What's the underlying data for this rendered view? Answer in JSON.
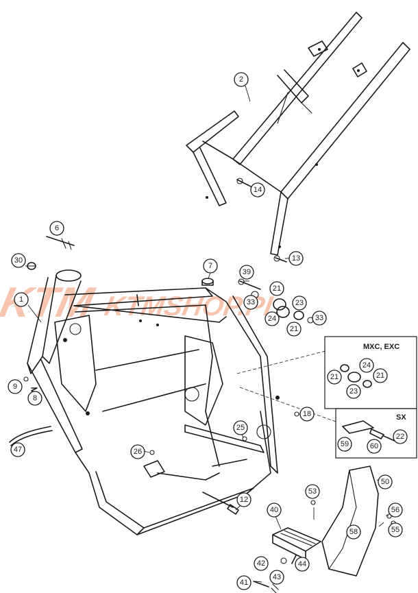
{
  "watermark": {
    "logo_text": "KTM",
    "site_text": "KTMSHOP.PL",
    "color": "#e8581c"
  },
  "variant_labels": {
    "mxc_exc": "MXC, EXC",
    "sx": "SX"
  },
  "callouts": [
    {
      "id": "c1",
      "label": "1"
    },
    {
      "id": "c2",
      "label": "2"
    },
    {
      "id": "c6",
      "label": "6"
    },
    {
      "id": "c7",
      "label": "7"
    },
    {
      "id": "c8",
      "label": "8"
    },
    {
      "id": "c9",
      "label": "9"
    },
    {
      "id": "c12",
      "label": "12"
    },
    {
      "id": "c13",
      "label": "13"
    },
    {
      "id": "c14",
      "label": "14"
    },
    {
      "id": "c18",
      "label": "18"
    },
    {
      "id": "c21a",
      "label": "21"
    },
    {
      "id": "c21b",
      "label": "21"
    },
    {
      "id": "c21c",
      "label": "21"
    },
    {
      "id": "c21d",
      "label": "21"
    },
    {
      "id": "c22",
      "label": "22"
    },
    {
      "id": "c23a",
      "label": "23"
    },
    {
      "id": "c23b",
      "label": "23"
    },
    {
      "id": "c24a",
      "label": "24"
    },
    {
      "id": "c24b",
      "label": "24"
    },
    {
      "id": "c25",
      "label": "25"
    },
    {
      "id": "c26",
      "label": "26"
    },
    {
      "id": "c30",
      "label": "30"
    },
    {
      "id": "c33a",
      "label": "33"
    },
    {
      "id": "c33b",
      "label": "33"
    },
    {
      "id": "c39",
      "label": "39"
    },
    {
      "id": "c40",
      "label": "40"
    },
    {
      "id": "c41",
      "label": "41"
    },
    {
      "id": "c42",
      "label": "42"
    },
    {
      "id": "c43",
      "label": "43"
    },
    {
      "id": "c44",
      "label": "44"
    },
    {
      "id": "c47",
      "label": "47"
    },
    {
      "id": "c50",
      "label": "50"
    },
    {
      "id": "c53",
      "label": "53"
    },
    {
      "id": "c55",
      "label": "55"
    },
    {
      "id": "c56",
      "label": "56"
    },
    {
      "id": "c58",
      "label": "58"
    },
    {
      "id": "c59",
      "label": "59"
    },
    {
      "id": "c60",
      "label": "60"
    }
  ]
}
